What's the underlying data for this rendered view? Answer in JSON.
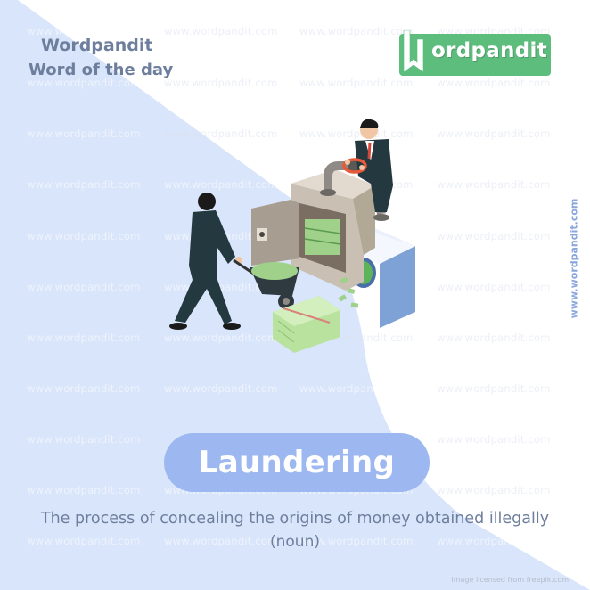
{
  "header": {
    "brand_title": "Wordpandit",
    "brand_subtitle": "Word of the day"
  },
  "logo": {
    "text": "ordpandit",
    "full_name": "Wordpandit",
    "color": "#5cbd7c"
  },
  "side_watermark": "www.wordpandit.com",
  "watermark_text": "www.wordpandit.com",
  "illustration": {
    "description": "Two businessmen laundering money: one pushes a wheelbarrow full of cash toward an open safe, another turns a valve on a pipe feeding cash into a washing machine; stacks of banknotes on the floor",
    "icon": "money-laundering-illustration"
  },
  "word_card": {
    "word": "Laundering",
    "pill_color": "#9db8f0"
  },
  "definition": {
    "text": "The process of concealing the origins of money obtained illegally",
    "part_of_speech": "(noun)"
  },
  "credit": "Image licensed from freepik.com",
  "colors": {
    "background_blue": "#d9e5fa",
    "background_white": "#ffffff",
    "text_slate": "#6e7f9e",
    "side_url": "#8aa6dc"
  }
}
